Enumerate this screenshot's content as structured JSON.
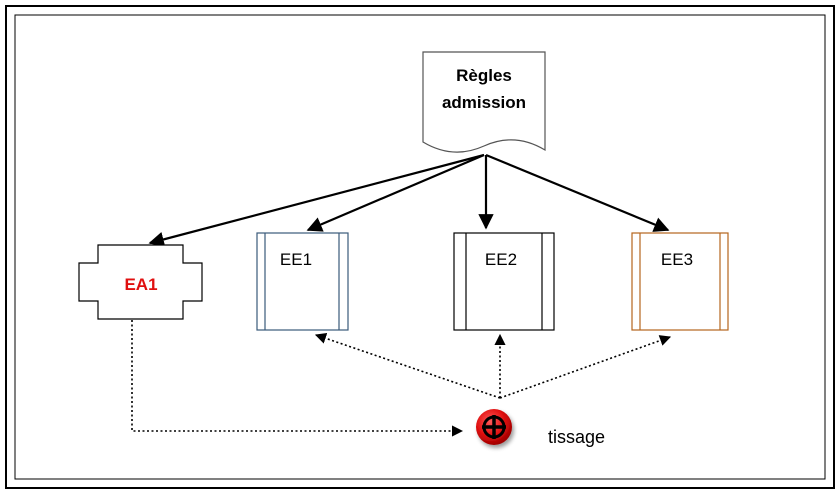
{
  "diagram": {
    "rules_doc": {
      "line1": "Règles",
      "line2": "admission"
    },
    "nodes": {
      "ea1": {
        "label": "EA1",
        "color": "#e01010"
      },
      "ee1": {
        "label": "EE1",
        "color": "#3a5a7a"
      },
      "ee2": {
        "label": "EE2",
        "color": "#000000"
      },
      "ee3": {
        "label": "EE3",
        "color": "#b5651d"
      }
    },
    "weaving": {
      "label": "tissage",
      "icon": "weaving-operator-icon",
      "color": "#e01010"
    }
  }
}
